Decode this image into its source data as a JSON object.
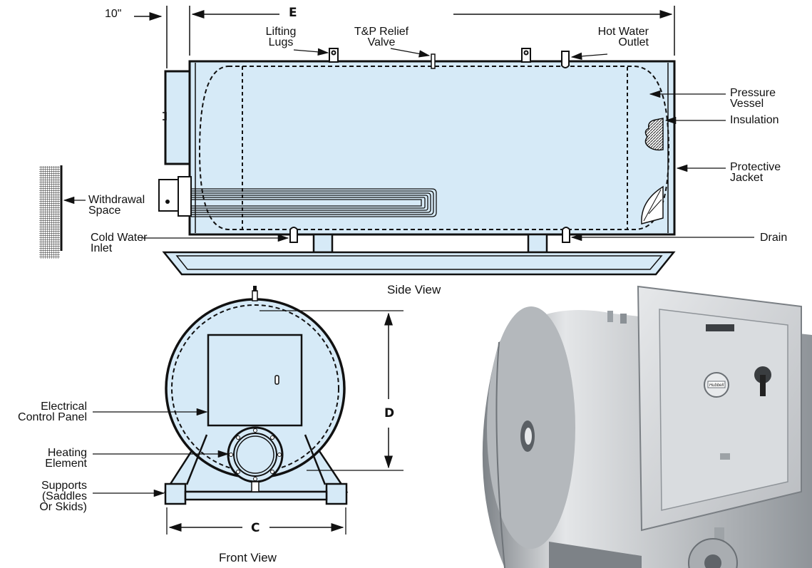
{
  "colors": {
    "fill": "#d6eaf7",
    "line": "#111111",
    "metal": "#c9cccf"
  },
  "side_view": {
    "offset_label": "10\"",
    "length_dim": "E",
    "lifting_lugs": "Lifting\nLugs",
    "tp_relief_valve": "T&P Relief\nValve",
    "hot_water_outlet": "Hot Water\nOutlet",
    "pressure_vessel": "Pressure\nVessel",
    "insulation": "Insulation",
    "protective_jacket": "Protective\nJacket",
    "withdrawal_space": "Withdrawal\nSpace",
    "cold_water_inlet": "Cold Water\nInlet",
    "drain": "Drain",
    "caption": "Side View"
  },
  "front_view": {
    "height_dim": "D",
    "width_dim": "C",
    "electrical_control_panel": "Electrical\nControl Panel",
    "heating_element": "Heating\nElement",
    "supports": "Supports\n(Saddles\nOr Skids)",
    "caption": "Front View"
  },
  "photo": {
    "brand_badge": "Hubbell"
  }
}
